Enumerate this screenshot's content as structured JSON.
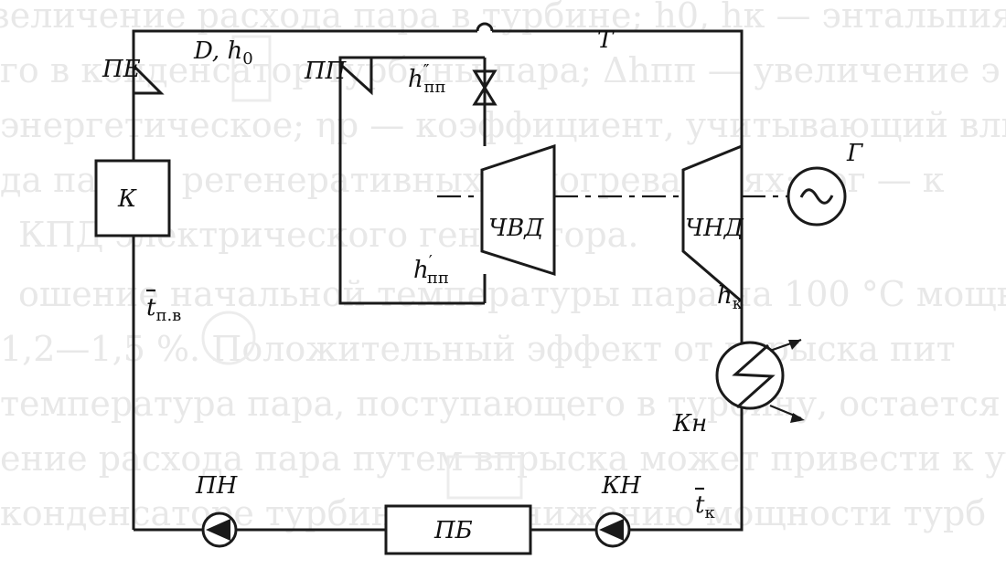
{
  "background_text": [
    "зеличение расхода пара в турбине; h0, hк — энтальпия п",
    "го в конденсатор турбины пара; Δhпп — увеличение э",
    "энергетическое; ηр — коэффициент, учитывающий влиян",
    "да пара в регенеративных подогревателях; ηэг — к",
    "КПД электрического генератора.",
    "ошение начальной температуры пара на 100 °С мощн",
    "1,2—1,5 %. Положительный эффект от впрыска пит",
    "температура пара, поступающего в турбину, остается",
    "ение расхода пара путем впрыска может привести к ух",
    "конденсаторе турбины и к снижению мощности турб"
  ],
  "labels": {
    "pe": "ПЕ",
    "d_h0": "D, h",
    "d_h0_sub": "0",
    "pp": "ПП",
    "h_pp_dd_base": "h",
    "h_pp_dd_sup": "″",
    "h_pp_dd_sub": "пп",
    "t": "Т",
    "k": "К",
    "chvd": "ЧВД",
    "chnd": "ЧНД",
    "g": "Г",
    "h_pp_d_base": "h",
    "h_pp_d_sup": "′",
    "h_pp_d_sub": "пп",
    "t_pv_base": "t",
    "t_pv_sub": "п.в",
    "hk_base": "h",
    "hk_sub": "к",
    "kn_cond": "Кн",
    "pn": "ПН",
    "pb": "ПБ",
    "kn_pump": "КН",
    "tk_base": "t",
    "tk_sub": "к",
    "generator_symbol": "~"
  },
  "colors": {
    "ink": "#1a1a1a",
    "ghost_text": "#e8e8e8",
    "paper": "#ffffff"
  }
}
